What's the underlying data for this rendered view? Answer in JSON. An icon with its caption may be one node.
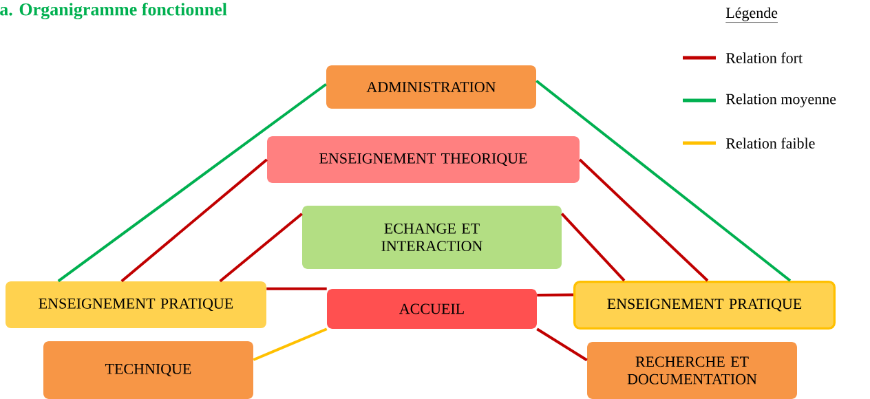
{
  "diagram": {
    "title": "a. Organigramme fonctionnel",
    "nodes": [
      {
        "text": [
          "ADMINISTRATION"
        ]
      },
      {
        "text": [
          "ENSEIGNEMENT THEORIQUE"
        ]
      },
      {
        "text": [
          "ECHANGE ET INTERACTION"
        ]
      },
      {
        "text": [
          "ENSEIGNEMENT PRATIQUE"
        ]
      },
      {
        "text": [
          "ACCUEIL"
        ]
      },
      {
        "text": [
          "ENSEIGNEMENT PRATIQUE"
        ]
      },
      {
        "text": [
          "TECHNIQUE"
        ]
      },
      {
        "text": [
          "RECHERCHE ET DOCUMENTATION"
        ]
      }
    ],
    "edges": [
      {
        "from": 0,
        "to": 3,
        "arrow": "none",
        "color": "#00b050"
      },
      {
        "from": 0,
        "to": 5,
        "arrow": "none",
        "color": "#00b050"
      },
      {
        "from": 1,
        "to": 3,
        "arrow": "none"
      },
      {
        "from": 1,
        "to": 5,
        "arrow": "none"
      },
      {
        "from": 2,
        "to": 3,
        "arrow": "none"
      },
      {
        "from": 2,
        "to": 5,
        "arrow": "none"
      },
      {
        "from": 3,
        "to": 4,
        "arrow": "none"
      },
      {
        "from": 4,
        "to": 5,
        "arrow": "none"
      },
      {
        "from": 4,
        "to": 6,
        "arrow": "none",
        "color": "#ffc000"
      },
      {
        "from": 4,
        "to": 7,
        "arrow": "none"
      }
    ],
    "labels": [
      "Légende"
    ],
    "legend": [
      {
        "text": "Relation fort",
        "color": "#c00000"
      },
      {
        "text": "Relation moyenne",
        "color": "#00b050"
      },
      {
        "text": "Relation faible",
        "color": "#ffc000"
      }
    ]
  }
}
